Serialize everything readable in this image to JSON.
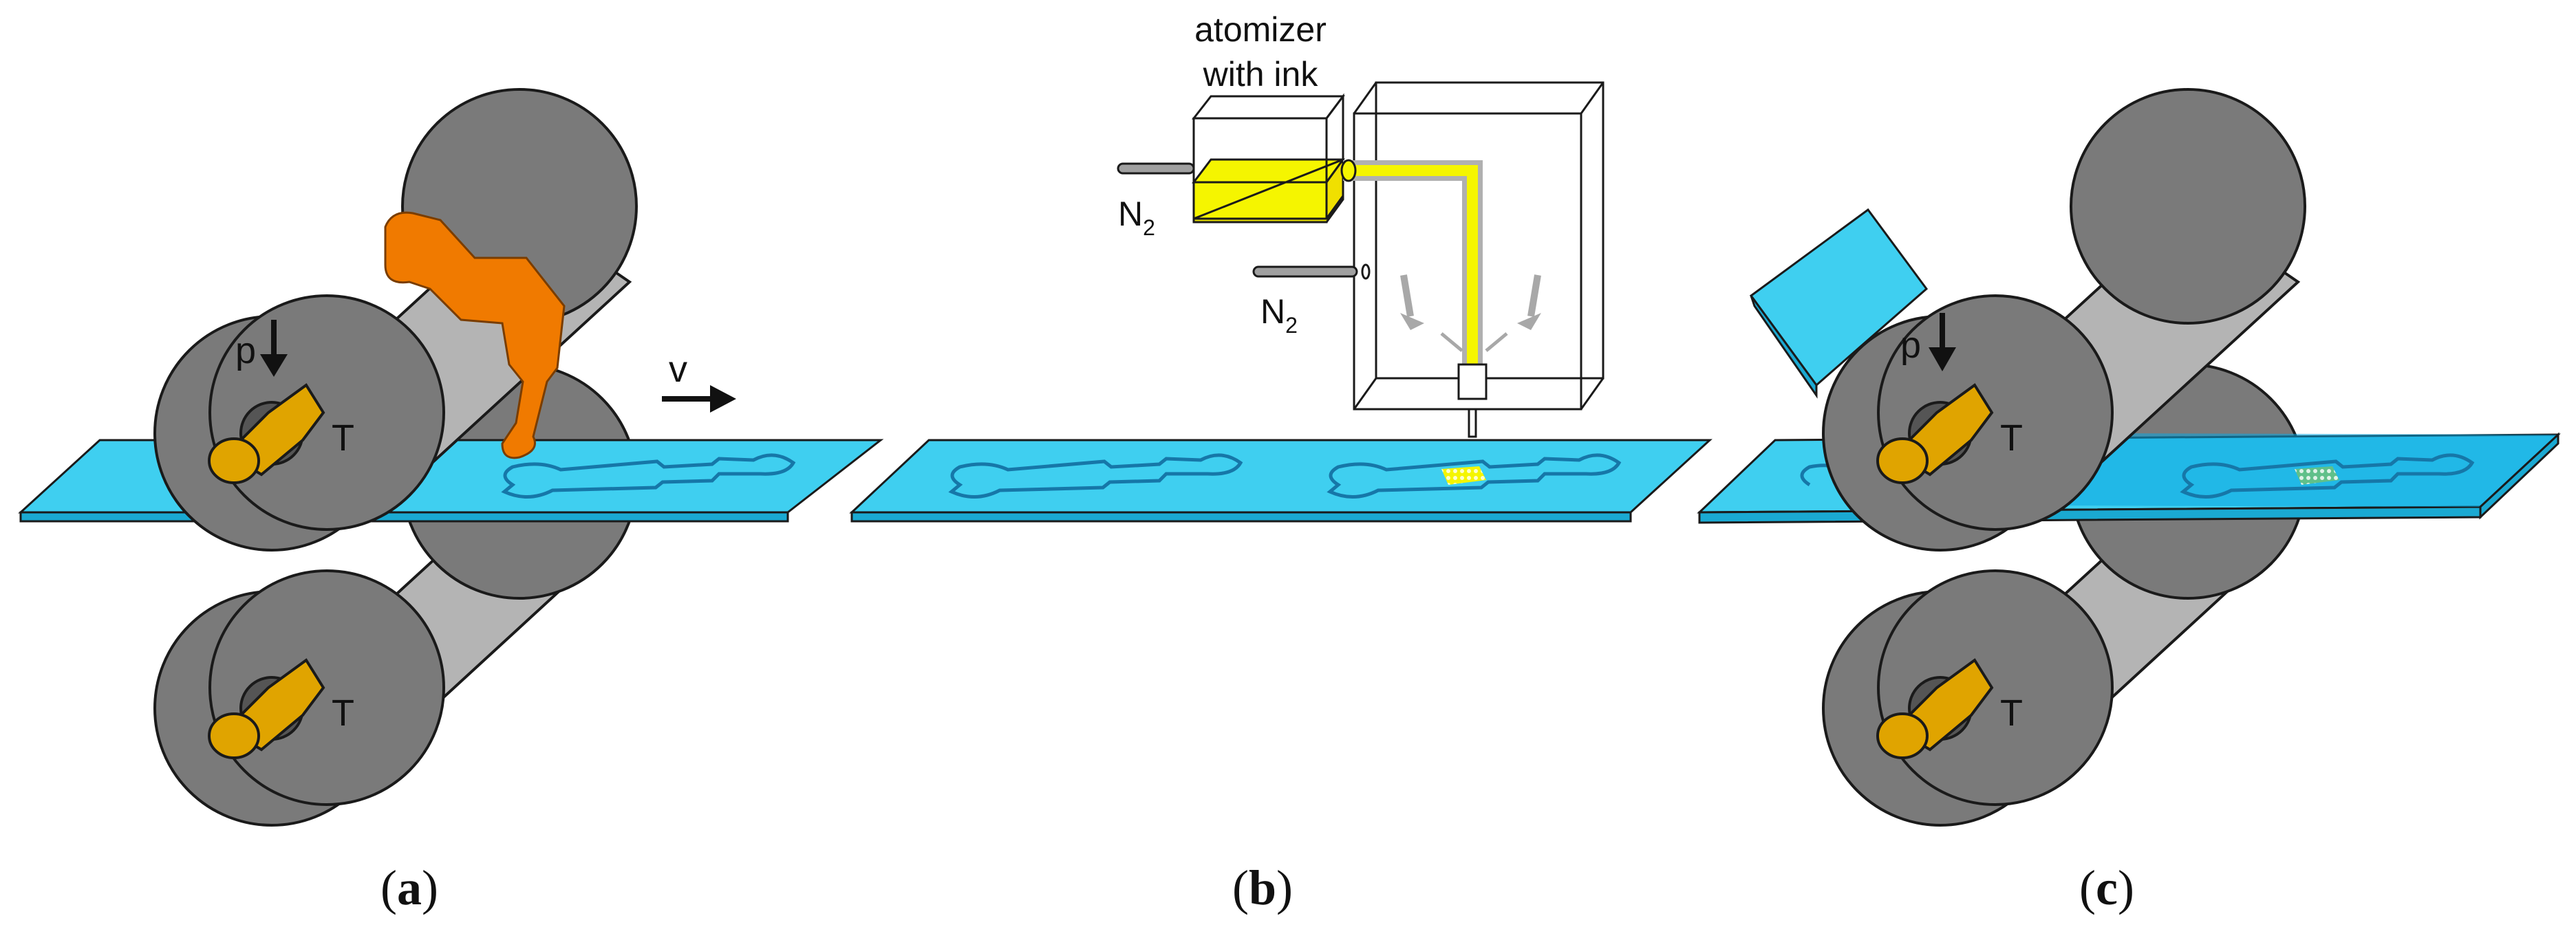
{
  "colors": {
    "roller_dark": "#7a7a7a",
    "roller_light": "#b4b4b4",
    "axle": "#e0a400",
    "foil": "#3fcff0",
    "foil_dark": "#1aa9d2",
    "pattern_orange": "#f07a00",
    "ink_yellow": "#f5f500",
    "outline": "#1a1a1a"
  },
  "panel_a": {
    "pressure_label": "p",
    "temp_top": "T",
    "temp_bottom": "T",
    "velocity_label": "v",
    "caption_open": "(",
    "caption_letter": "a",
    "caption_close": ")"
  },
  "panel_b": {
    "atomizer_line1": "atomizer",
    "atomizer_line2": "with ink",
    "gas1_main": "N",
    "gas1_sub": "2",
    "gas2_main": "N",
    "gas2_sub": "2",
    "caption_open": "(",
    "caption_letter": "b",
    "caption_close": ")"
  },
  "panel_c": {
    "pressure_label": "p",
    "temp_top": "T",
    "temp_bottom": "T",
    "caption_open": "(",
    "caption_letter": "c",
    "caption_close": ")"
  }
}
